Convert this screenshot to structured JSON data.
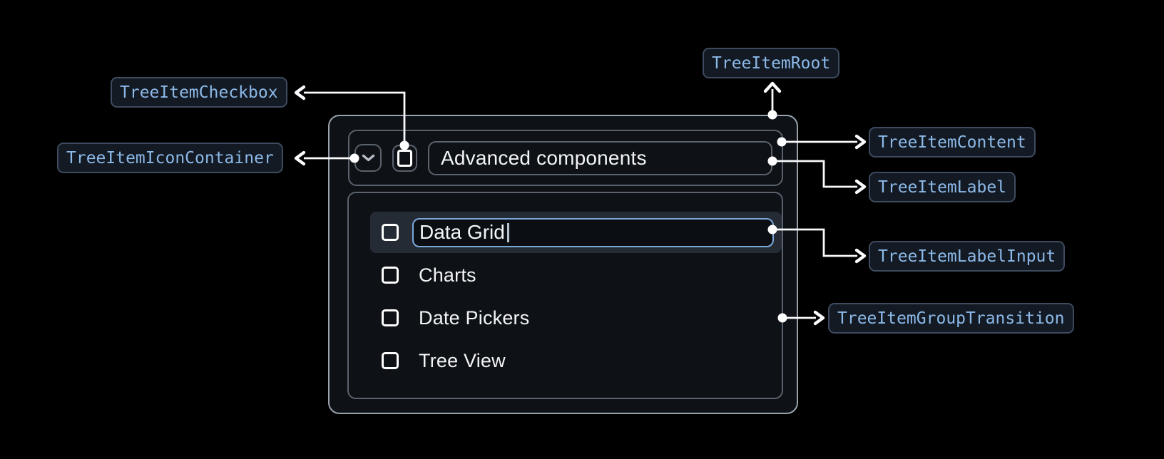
{
  "badges": {
    "root": "TreeItemRoot",
    "checkbox": "TreeItemCheckbox",
    "icon_container": "TreeItemIconContainer",
    "content": "TreeItemContent",
    "label": "TreeItemLabel",
    "label_input": "TreeItemLabelInput",
    "group_transition": "TreeItemGroupTransition"
  },
  "tree": {
    "parent_label": "Advanced components",
    "editing_item_value": "Data Grid",
    "items": [
      "Charts",
      "Date Pickers",
      "Tree View"
    ]
  },
  "icons": {
    "expand": "chevron-down",
    "item_checkbox": "unchecked-square"
  },
  "colors": {
    "badge_text": "#8cb9e8",
    "badge_border": "#3e4b5f",
    "badge_bg": "#131a23",
    "panel_border": "#9aa2ac",
    "inner_border": "#5a626d",
    "input_focus_border": "#7aa8da",
    "row_highlight_bg": "#252b34",
    "connector": "#fafbfd"
  }
}
